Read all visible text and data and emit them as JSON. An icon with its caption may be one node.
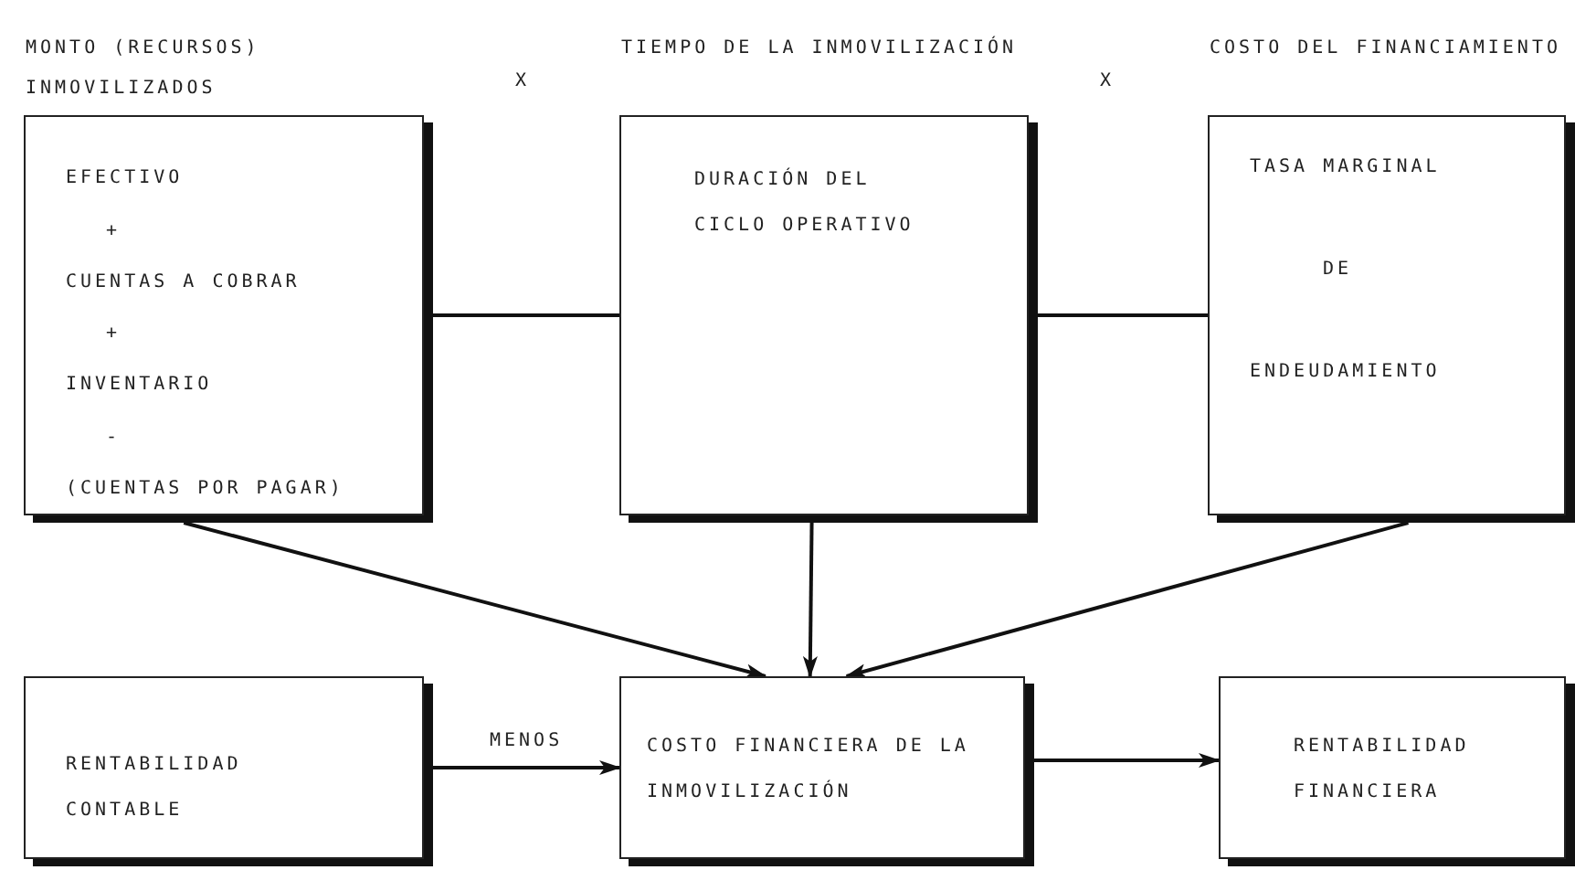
{
  "diagram": {
    "nodes": [
      {
        "text": [
          "MONTO (RECURSOS) INMOVILIZADOS",
          "EFECTIVO",
          "+",
          "CUENTAS A COBRAR",
          "+",
          "INVENTARIO",
          "-",
          "(CUENTAS POR PAGAR)"
        ]
      },
      {
        "text": [
          "TIEMPO DE LA INMOVILIZACIÓN",
          "DURACIÓN DEL CICLO OPERATIVO"
        ]
      },
      {
        "text": [
          "COSTO DEL FINANCIAMIENTO",
          "TASA MARGINAL",
          "DE",
          "ENDEUDAMIENTO"
        ]
      },
      {
        "text": [
          "RENTABILIDAD CONTABLE"
        ]
      },
      {
        "text": [
          "COSTO FINANCIERA DE LA INMOVILIZACIÓN"
        ]
      },
      {
        "text": [
          "RENTABILIDAD FINANCIERA"
        ]
      }
    ],
    "edges": [
      {
        "from": 0,
        "to": 1,
        "arrow": "none"
      },
      {
        "from": 1,
        "to": 2,
        "arrow": "none"
      },
      {
        "from": 0,
        "to": 4,
        "arrow": "to"
      },
      {
        "from": 1,
        "to": 4,
        "arrow": "to"
      },
      {
        "from": 2,
        "to": 4,
        "arrow": "to"
      },
      {
        "from": 3,
        "to": 4,
        "arrow": "to",
        "label": "MENOS"
      },
      {
        "from": 4,
        "to": 5,
        "arrow": "to"
      }
    ],
    "labels": [
      "X",
      "X"
    ]
  }
}
